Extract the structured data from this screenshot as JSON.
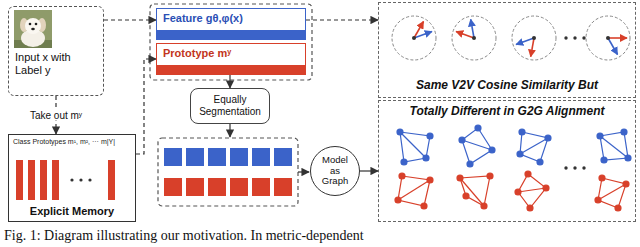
{
  "diagram": {
    "caption": "Fig. 1: Diagram illustrating our motivation. In metric-dependent",
    "nodes": [
      {
        "text": [
          "Input x with Label y"
        ]
      },
      {
        "text": [
          "Feature gθ,φ(x)"
        ]
      },
      {
        "text": [
          "Prototype mʸ"
        ]
      },
      {
        "text": [
          "Class Prototypes m¹, m², ··· m|Y|",
          "Explicit Memory"
        ]
      },
      {
        "text": [
          "Equally Segmentation"
        ]
      },
      {
        "text": [
          "Model as Graph"
        ]
      },
      {
        "text": [
          "Same V2V Cosine Similarity But"
        ]
      },
      {
        "text": [
          "Totally Different in G2G Alignment"
        ]
      }
    ],
    "edges": [
      {
        "from": 0,
        "to": 1,
        "arrow": "to"
      },
      {
        "from": 0,
        "to": 3,
        "arrow": "to",
        "label": "Take out mʸ"
      },
      {
        "from": 3,
        "to": 2,
        "arrow": "to"
      },
      {
        "from": 2,
        "to": 4,
        "arrow": "to"
      },
      {
        "from": 1,
        "to": 6,
        "arrow": "to"
      },
      {
        "from": 5,
        "to": 7,
        "arrow": "to"
      }
    ]
  }
}
